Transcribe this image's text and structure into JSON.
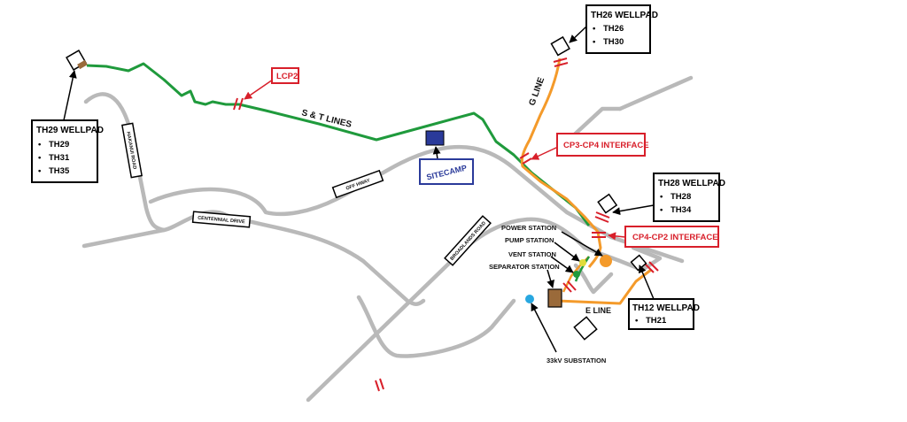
{
  "wellpads": [
    {
      "id": "th29",
      "title": "TH29 WELLPAD",
      "items": [
        "TH29",
        "TH31",
        "TH35"
      ]
    },
    {
      "id": "th26",
      "title": "TH26 WELLPAD",
      "items": [
        "TH26",
        "TH30"
      ]
    },
    {
      "id": "th28",
      "title": "TH28 WELLPAD",
      "items": [
        "TH28",
        "TH34"
      ]
    },
    {
      "id": "th12",
      "title": "TH12 WELLPAD",
      "items": [
        "TH21"
      ]
    }
  ],
  "interfaces": {
    "lcp2": "LCP2",
    "cp3_cp4": "CP3-CP4 INTERFACE",
    "cp4_cp2": "CP4-CP2 INTERFACE"
  },
  "sitecamp": "SITECAMP",
  "lines": {
    "st": "S & T LINES",
    "g": "G LINE",
    "e": "E LINE"
  },
  "stations": {
    "power": "POWER STATION",
    "pump": "PUMP STATION",
    "vent": "VENT STATION",
    "separator": "SEPARATOR STATION",
    "substation": "33kV SUBSTATION"
  },
  "roads": {
    "hakanui": "HAKANUI ROAD",
    "centennial": "CENTENNIAL DRIVE",
    "offhwy": "OFF HWAY",
    "broadlands": "BROADLANDS ROAD"
  },
  "colors": {
    "road": "#b9b9b9",
    "green_line": "#1f9a3c",
    "orange_line": "#f49a2a",
    "interface_red": "#d81f2a",
    "sitecamp_blue": "#2a3a9a",
    "separator_brown": "#9a6a3a",
    "substation_blue": "#28a7e0"
  }
}
